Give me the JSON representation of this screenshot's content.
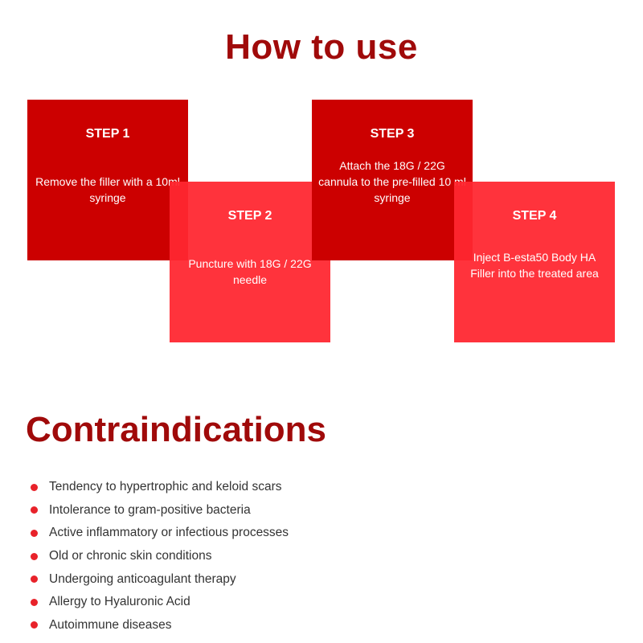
{
  "how_to_use": {
    "title": "How to use",
    "steps": [
      {
        "label": "STEP 1",
        "description": "Remove the filler with a 10ml syringe"
      },
      {
        "label": "STEP 2",
        "description": "Puncture with 18G / 22G needle"
      },
      {
        "label": "STEP 3",
        "description": "Attach the 18G / 22G cannula to the pre-filled 10 ml syringe"
      },
      {
        "label": "STEP 4",
        "description": "Inject B-esta50 Body HA Filler into the treated area"
      }
    ]
  },
  "contraindications": {
    "title": "Contraindications",
    "items": [
      "Tendency to hypertrophic and keloid scars",
      "Intolerance to gram-positive bacteria",
      "Active inflammatory or infectious processes",
      "Old or chronic skin conditions",
      "Undergoing anticoagulant therapy",
      "Allergy to Hyaluronic Acid",
      "Autoimmune diseases"
    ]
  },
  "colors": {
    "title": "#a00a0a",
    "step_dark": "#cc0000",
    "step_light": "#ff2630",
    "bullet": "#e8222a"
  }
}
